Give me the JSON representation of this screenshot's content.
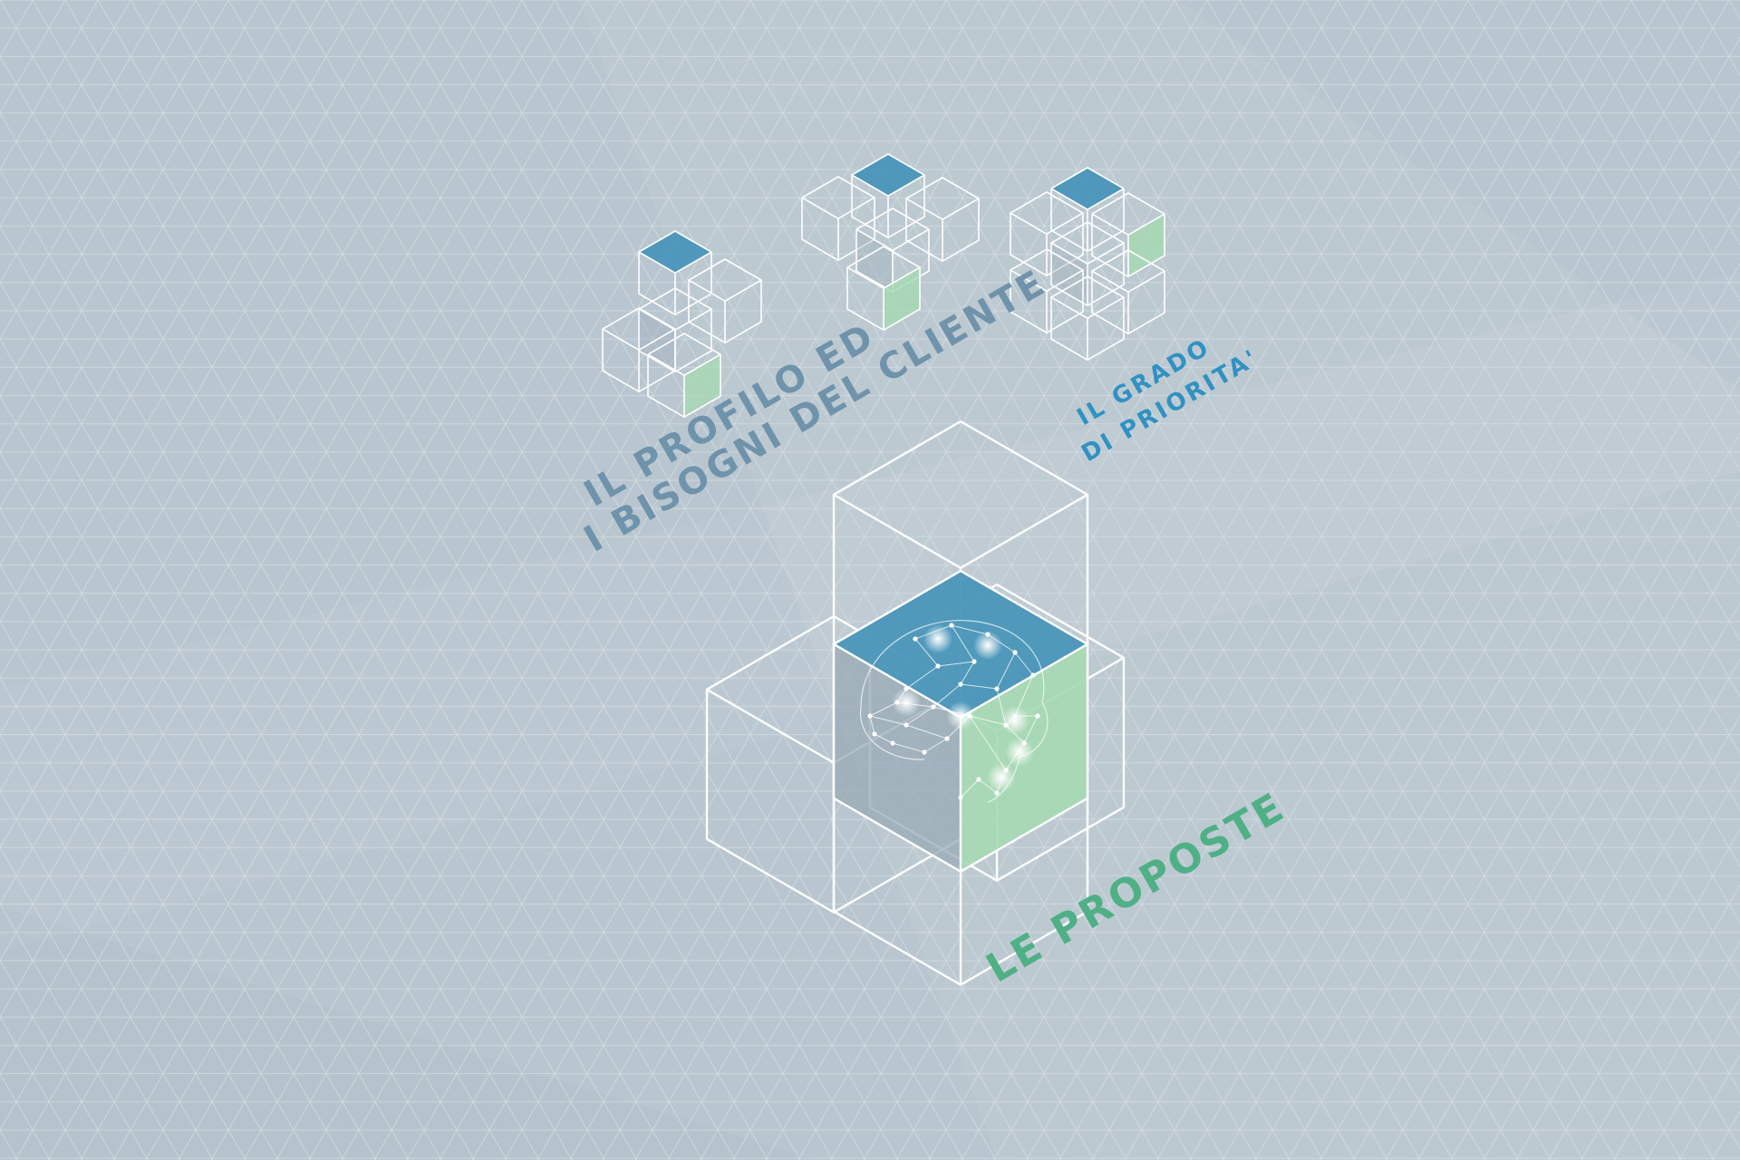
{
  "labels": {
    "profile_line1": "IL PROFILO ED",
    "profile_line2": "I BISOGNI DEL CLIENTE",
    "grado_line1": "IL GRADO",
    "grado_line2": "DI PRIORITA'",
    "proposte": "LE PROPOSTE"
  },
  "colors": {
    "background": "#b9c6cf",
    "grid_line": "#d2dce2",
    "cube_outline": "#ffffff",
    "top_face_blue": "#4a96b9",
    "side_face_green": "#a5d9b1",
    "side_face_grey": "#98a9b5",
    "profile_text": "#6f93aa",
    "grado_text": "#2f92c2",
    "proposte_text": "#4fb086"
  },
  "icons": [
    "cube-cluster-icon",
    "brain-network-icon"
  ]
}
